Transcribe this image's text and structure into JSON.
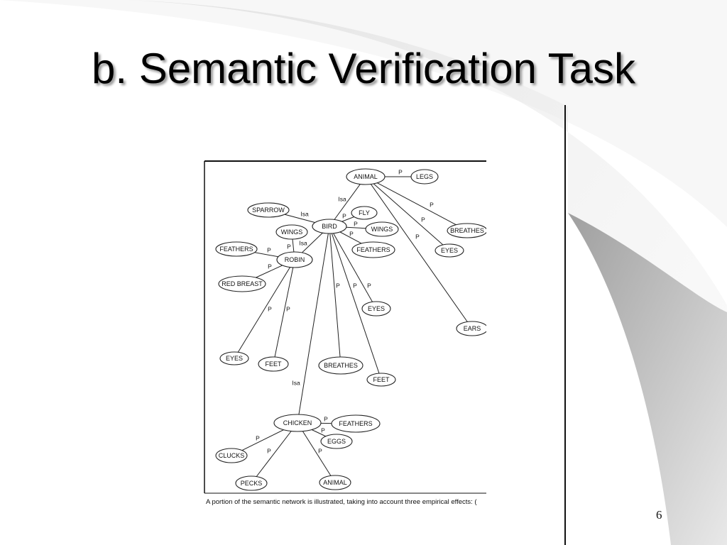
{
  "slide": {
    "title": "b. Semantic Verification Task",
    "page_number": "6"
  },
  "figure": {
    "caption": "A portion of the semantic network is illustrated, taking into account three empirical effects: (",
    "nodes": [
      {
        "id": "animal",
        "label": "ANIMAL"
      },
      {
        "id": "legs",
        "label": "LEGS"
      },
      {
        "id": "sparrow",
        "label": "SPARROW"
      },
      {
        "id": "fly",
        "label": "FLY"
      },
      {
        "id": "bird",
        "label": "BIRD"
      },
      {
        "id": "wings1",
        "label": "WINGS"
      },
      {
        "id": "wings2",
        "label": "WINGS"
      },
      {
        "id": "breathes1",
        "label": "BREATHES"
      },
      {
        "id": "feathers1",
        "label": "FEATHERS"
      },
      {
        "id": "robin",
        "label": "ROBIN"
      },
      {
        "id": "feathers2",
        "label": "FEATHERS"
      },
      {
        "id": "eyes1",
        "label": "EYES"
      },
      {
        "id": "redbreast",
        "label": "RED BREAST"
      },
      {
        "id": "eyes2",
        "label": "EYES"
      },
      {
        "id": "ears",
        "label": "EARS"
      },
      {
        "id": "eyes3",
        "label": "EYES"
      },
      {
        "id": "feet1",
        "label": "FEET"
      },
      {
        "id": "breathes2",
        "label": "BREATHES"
      },
      {
        "id": "feet2",
        "label": "FEET"
      },
      {
        "id": "chicken",
        "label": "CHICKEN"
      },
      {
        "id": "feathers3",
        "label": "FEATHERS"
      },
      {
        "id": "eggs",
        "label": "EGGS"
      },
      {
        "id": "clucks",
        "label": "CLUCKS"
      },
      {
        "id": "pecks",
        "label": "PECKS"
      },
      {
        "id": "animal2",
        "label": "ANIMAL"
      }
    ],
    "edges": [
      {
        "from": "animal",
        "to": "legs",
        "label": "P"
      },
      {
        "from": "animal",
        "to": "bird",
        "label": "Isa"
      },
      {
        "from": "animal",
        "to": "breathes1",
        "label": "P"
      },
      {
        "from": "animal",
        "to": "eyes1",
        "label": "P"
      },
      {
        "from": "animal",
        "to": "ears",
        "label": "P"
      },
      {
        "from": "sparrow",
        "to": "bird",
        "label": "Isa"
      },
      {
        "from": "bird",
        "to": "fly",
        "label": "P"
      },
      {
        "from": "bird",
        "to": "wings2",
        "label": "P"
      },
      {
        "from": "bird",
        "to": "feathers1",
        "label": "P"
      },
      {
        "from": "bird",
        "to": "robin",
        "label": "Isa"
      },
      {
        "from": "bird",
        "to": "eyes3",
        "label": "P"
      },
      {
        "from": "bird",
        "to": "breathes2",
        "label": "P"
      },
      {
        "from": "bird",
        "to": "feet2",
        "label": "P"
      },
      {
        "from": "bird",
        "to": "chicken",
        "label": "Isa"
      },
      {
        "from": "robin",
        "to": "wings1",
        "label": "P"
      },
      {
        "from": "robin",
        "to": "feathers2",
        "label": "P"
      },
      {
        "from": "robin",
        "to": "redbreast",
        "label": "P"
      },
      {
        "from": "robin",
        "to": "eyes2",
        "label": "P"
      },
      {
        "from": "robin",
        "to": "feet1",
        "label": "P"
      },
      {
        "from": "chicken",
        "to": "feathers3",
        "label": "P"
      },
      {
        "from": "chicken",
        "to": "eggs",
        "label": "P"
      },
      {
        "from": "chicken",
        "to": "clucks",
        "label": "P"
      },
      {
        "from": "chicken",
        "to": "pecks",
        "label": "P"
      },
      {
        "from": "chicken",
        "to": "animal2",
        "label": "P"
      }
    ]
  }
}
